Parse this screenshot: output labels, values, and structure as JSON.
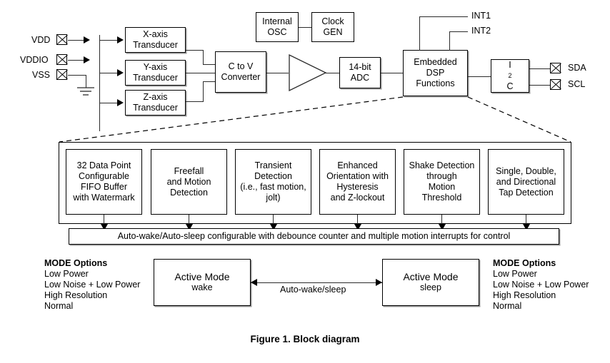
{
  "figure": {
    "caption": "Figure 1. Block diagram"
  },
  "pins": {
    "supply": [
      {
        "label": "VDD"
      },
      {
        "label": "VDDIO"
      },
      {
        "label": "VSS"
      }
    ],
    "serial": [
      {
        "label": "SDA"
      },
      {
        "label": "SCL"
      }
    ],
    "interrupts": [
      {
        "label": "INT1"
      },
      {
        "label": "INT2"
      }
    ]
  },
  "top_blocks": {
    "transducers": [
      {
        "line1": "X-axis",
        "line2": "Transducer"
      },
      {
        "line1": "Y-axis",
        "line2": "Transducer"
      },
      {
        "line1": "Z-axis",
        "line2": "Transducer"
      }
    ],
    "converter": {
      "line1": "C to V",
      "line2": "Converter"
    },
    "internal_osc": {
      "line1": "Internal",
      "line2": "OSC"
    },
    "clock_gen": {
      "line1": "Clock",
      "line2": "GEN"
    },
    "adc": {
      "line1": "14-bit",
      "line2": "ADC"
    },
    "dsp": {
      "line1": "Embedded",
      "line2": "DSP",
      "line3": "Functions"
    },
    "i2c": {
      "prefix": "I",
      "sup": "2",
      "suffix": "C"
    }
  },
  "features": [
    {
      "lines": [
        "32 Data Point",
        "Configurable",
        "FIFO Buffer",
        "with Watermark"
      ]
    },
    {
      "lines": [
        "Freefall",
        "and Motion",
        "Detection"
      ]
    },
    {
      "lines": [
        "Transient",
        "Detection",
        "(i.e., fast motion,",
        "jolt)"
      ]
    },
    {
      "lines": [
        "Enhanced",
        "Orientation with",
        "Hysteresis",
        "and Z-lockout"
      ]
    },
    {
      "lines": [
        "Shake Detection",
        "through",
        "Motion",
        "Threshold"
      ]
    },
    {
      "lines": [
        "Single, Double,",
        "and Directional",
        "Tap Detection"
      ]
    }
  ],
  "autowake_bar": {
    "text": "Auto-wake/Auto-sleep configurable with debounce counter and multiple motion interrupts for control"
  },
  "modes": {
    "left": {
      "title": "MODE Options",
      "options": [
        "Low Power",
        "Low Noise + Low Power",
        "High Resolution",
        "Normal"
      ]
    },
    "right": {
      "title": "MODE Options",
      "options": [
        "Low Power",
        "Low Noise + Low Power",
        "High Resolution",
        "Normal"
      ]
    },
    "wake_box": {
      "line1": "Active Mode",
      "line2": "wake"
    },
    "sleep_box": {
      "line1": "Active Mode",
      "line2": "sleep"
    },
    "transition_label": "Auto-wake/sleep"
  },
  "colors": {
    "stroke": "#000000",
    "wire": "#2b2b2b",
    "shadow": "#9a9a9a",
    "background": "#ffffff"
  }
}
